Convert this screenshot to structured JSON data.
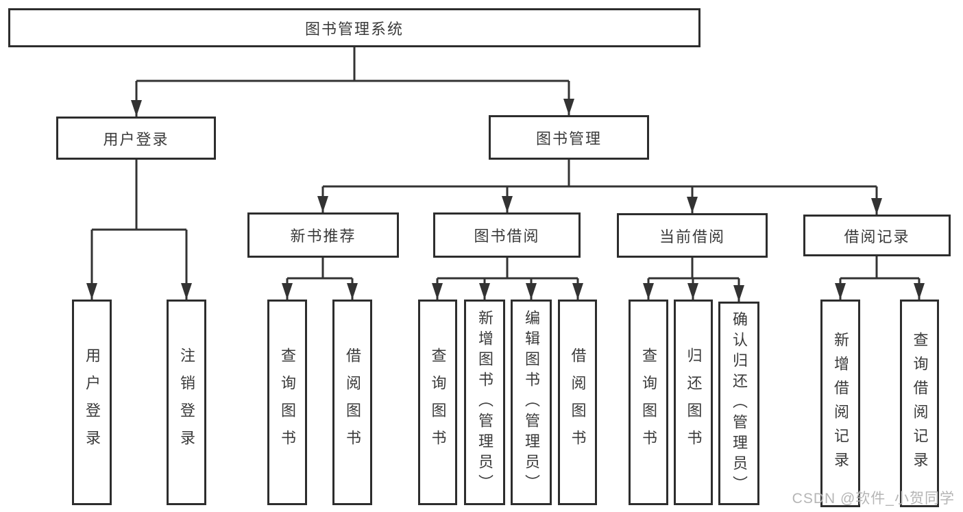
{
  "tree": {
    "root": {
      "label": "图书管理系统"
    },
    "branches": [
      {
        "label": "用户登录",
        "children": [
          {
            "label": "用户登录"
          },
          {
            "label": "注销登录"
          }
        ]
      },
      {
        "label": "图书管理",
        "children": [
          {
            "label": "新书推荐",
            "children": [
              {
                "label": "查询图书"
              },
              {
                "label": "借阅图书"
              }
            ]
          },
          {
            "label": "图书借阅",
            "children": [
              {
                "label": "查询图书"
              },
              {
                "label": "新增图书（管理员）"
              },
              {
                "label": "编辑图书（管理员）"
              },
              {
                "label": "借阅图书"
              }
            ]
          },
          {
            "label": "当前借阅",
            "children": [
              {
                "label": "查询图书"
              },
              {
                "label": "归还图书"
              },
              {
                "label": "确认归还（管理员）"
              }
            ]
          },
          {
            "label": "借阅记录",
            "children": [
              {
                "label": "新增借阅记录"
              },
              {
                "label": "查询借阅记录"
              }
            ]
          }
        ]
      }
    ]
  },
  "watermark": {
    "text": "CSDN @软件_小贺同学"
  },
  "colors": {
    "line": "#333333",
    "box_border": "#2d2d2d",
    "text": "#3a3a3a",
    "watermark": "#b5b5b5",
    "background": "#ffffff"
  }
}
